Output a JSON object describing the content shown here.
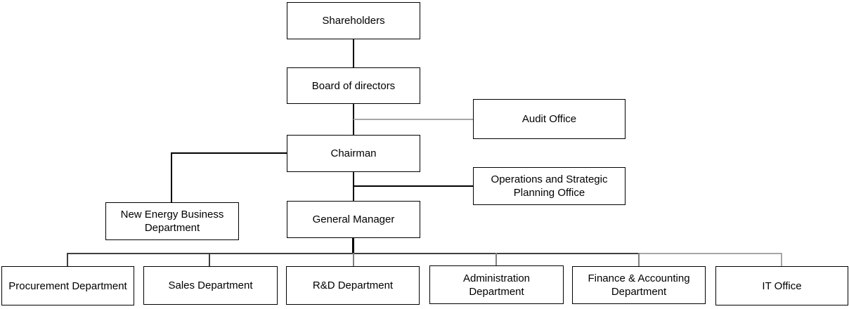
{
  "diagram": {
    "type": "org-chart",
    "nodes": {
      "shareholders": {
        "label": "Shareholders"
      },
      "board": {
        "label": "Board of directors"
      },
      "audit": {
        "label": "Audit Office"
      },
      "chairman": {
        "label": "Chairman"
      },
      "operations": {
        "label": "Operations and Strategic Planning Office"
      },
      "new_energy": {
        "label": "New Energy Business Department"
      },
      "general_manager": {
        "label": "General Manager"
      },
      "procurement": {
        "label": "Procurement Department"
      },
      "sales": {
        "label": "Sales Department"
      },
      "rnd": {
        "label": "R&D Department"
      },
      "administration": {
        "label": "Administration Department"
      },
      "finance": {
        "label": "Finance & Accounting Department"
      },
      "it_office": {
        "label": "IT Office"
      }
    },
    "edges": [
      "Shareholders -> Board of directors",
      "Board of directors -> Chairman",
      "Board/Chairman stem -> Audit Office",
      "Chairman -> General Manager",
      "Chairman/GM stem -> Operations and Strategic Planning Office",
      "Chairman -> New Energy Business Department",
      "General Manager -> Procurement Department",
      "General Manager -> Sales Department",
      "General Manager -> R&D Department",
      "General Manager -> Administration Department",
      "General Manager -> Finance & Accounting Department",
      "General Manager -> IT Office"
    ],
    "colors": {
      "box_border": "#000000",
      "box_fill": "#ffffff",
      "text": "#000000",
      "connector_black": "#000000",
      "connector_dark_gray": "#3f3f3f",
      "connector_mid_gray": "#808080",
      "connector_light_gray": "#a6a6a6"
    }
  }
}
